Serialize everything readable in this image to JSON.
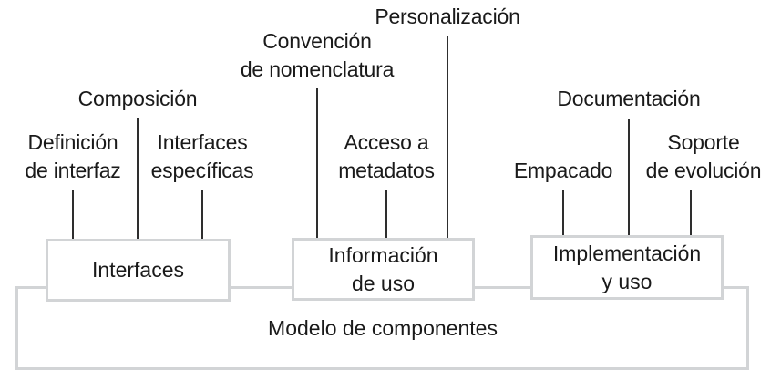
{
  "diagram": {
    "title": "Modelo de componentes",
    "colors": {
      "text": "#1a1a1a",
      "box_border": "#d2d4d6",
      "tick": "#2e2e2e",
      "background": "#ffffff"
    },
    "outer_container": {
      "label": "Modelo de componentes"
    },
    "groups": [
      {
        "id": "interfaces",
        "box_label": "Interfaces",
        "leaders": [
          {
            "id": "definicion-de-interfaz",
            "label": "Definición\nde interfaz"
          },
          {
            "id": "composicion",
            "label": "Composición"
          },
          {
            "id": "interfaces-especificas",
            "label": "Interfaces\nespecíficas"
          }
        ]
      },
      {
        "id": "informacion-de-uso",
        "box_label": "Información\nde uso",
        "leaders": [
          {
            "id": "convencion-de-nomenclatura",
            "label": "Convención\nde nomenclatura"
          },
          {
            "id": "acceso-a-metadatos",
            "label": "Acceso a\nmetadatos"
          },
          {
            "id": "personalizacion",
            "label": "Personalización"
          }
        ]
      },
      {
        "id": "implementacion-y-uso",
        "box_label": "Implementación\ny uso",
        "leaders": [
          {
            "id": "empacado",
            "label": "Empacado"
          },
          {
            "id": "documentacion",
            "label": "Documentación"
          },
          {
            "id": "soporte-de-evolucion",
            "label": "Soporte\nde evolución"
          }
        ]
      }
    ]
  }
}
